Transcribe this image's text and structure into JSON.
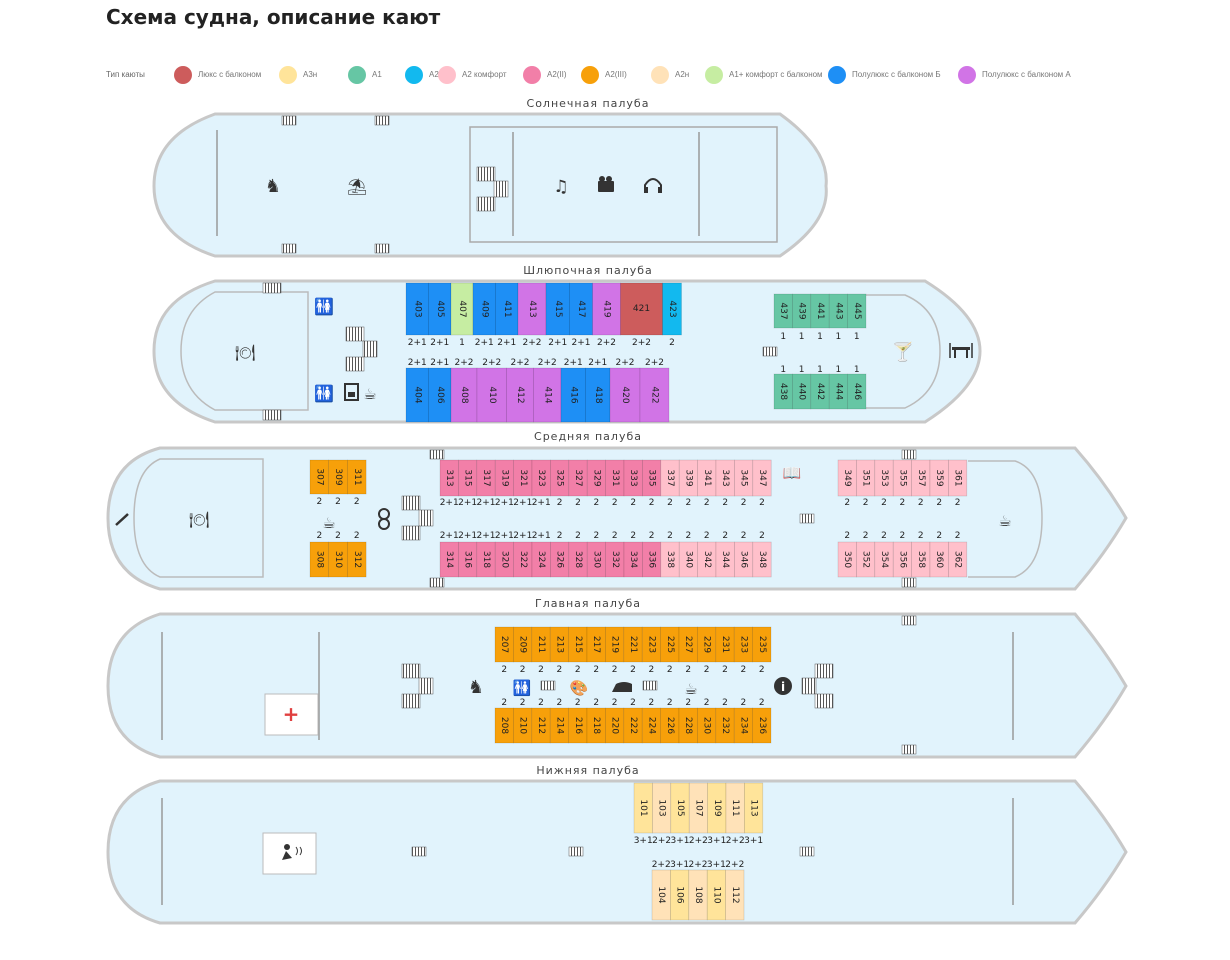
{
  "title": "Схема судна, описание кают",
  "legend": {
    "label": "Тип каюты",
    "items": [
      {
        "name": "Люкс с балконом",
        "color": "#cd5c5c"
      },
      {
        "name": "А3н",
        "color": "#ffe49a"
      },
      {
        "name": "А1",
        "color": "#66c6a4"
      },
      {
        "name": "А2(I)",
        "color": "#12b9ef"
      },
      {
        "name": "А2 комфорт",
        "color": "#ffc0cb"
      },
      {
        "name": "А2(II)",
        "color": "#f27fa8"
      },
      {
        "name": "А2(III)",
        "color": "#f7a00a"
      },
      {
        "name": "А2н",
        "color": "#ffe2b8"
      },
      {
        "name": "А1+ комфорт с балконом",
        "color": "#c6eda2"
      },
      {
        "name": "Полулюкс с балконом Б",
        "color": "#1e8ff5"
      },
      {
        "name": "Полулюкс с балконом А",
        "color": "#d174e6"
      }
    ]
  },
  "decks": {
    "sun": {
      "name": "Солнечная палуба"
    },
    "boat": {
      "name": "Шлюпочная палуба",
      "top": [
        {
          "n": "403",
          "t": "Полулюкс с балконом Б",
          "c": "2+1"
        },
        {
          "n": "405",
          "t": "Полулюкс с балконом Б",
          "c": "2+1"
        },
        {
          "n": "407",
          "t": "А1+ комфорт с балконом",
          "c": "1"
        },
        {
          "n": "409",
          "t": "Полулюкс с балконом Б",
          "c": "2+1"
        },
        {
          "n": "411",
          "t": "Полулюкс с балконом Б",
          "c": "2+1"
        },
        {
          "n": "413",
          "t": "Полулюкс с балконом А",
          "c": "2+2"
        },
        {
          "n": "415",
          "t": "Полулюкс с балконом Б",
          "c": "2+1"
        },
        {
          "n": "417",
          "t": "Полулюкс с балконом Б",
          "c": "2+1"
        },
        {
          "n": "419",
          "t": "Полулюкс с балконом А",
          "c": "2+2"
        },
        {
          "n": "421",
          "t": "Люкс с балконом",
          "c": "2+2"
        },
        {
          "n": "423",
          "t": "А2(I)",
          "c": "2"
        }
      ],
      "bottom": [
        {
          "n": "404",
          "t": "Полулюкс с балконом Б",
          "c": "2+1"
        },
        {
          "n": "406",
          "t": "Полулюкс с балконом Б",
          "c": "2+1"
        },
        {
          "n": "408",
          "t": "Полулюкс с балконом А",
          "c": "2+2"
        },
        {
          "n": "410",
          "t": "Полулюкс с балконом А",
          "c": "2+2"
        },
        {
          "n": "412",
          "t": "Полулюкс с балконом А",
          "c": "2+2"
        },
        {
          "n": "414",
          "t": "Полулюкс с балконом А",
          "c": "2+2"
        },
        {
          "n": "416",
          "t": "Полулюкс с балконом Б",
          "c": "2+1"
        },
        {
          "n": "418",
          "t": "Полулюкс с балконом Б",
          "c": "2+1"
        },
        {
          "n": "420",
          "t": "Полулюкс с балконом А",
          "c": "2+2"
        },
        {
          "n": "422",
          "t": "Полулюкс с балконом А",
          "c": "2+2"
        }
      ],
      "aft_top": [
        {
          "n": "437",
          "t": "А1",
          "c": "1"
        },
        {
          "n": "439",
          "t": "А1",
          "c": "1"
        },
        {
          "n": "441",
          "t": "А1",
          "c": "1"
        },
        {
          "n": "443",
          "t": "А1",
          "c": "1"
        },
        {
          "n": "445",
          "t": "А1",
          "c": "1"
        }
      ],
      "aft_bottom": [
        {
          "n": "438",
          "t": "А1",
          "c": "1"
        },
        {
          "n": "440",
          "t": "А1",
          "c": "1"
        },
        {
          "n": "442",
          "t": "А1",
          "c": "1"
        },
        {
          "n": "444",
          "t": "А1",
          "c": "1"
        },
        {
          "n": "446",
          "t": "А1",
          "c": "1"
        }
      ]
    },
    "middle": {
      "name": "Средняя палуба",
      "left_top": [
        {
          "n": "307",
          "t": "А2(III)",
          "c": "2"
        },
        {
          "n": "309",
          "t": "А2(III)",
          "c": "2"
        },
        {
          "n": "311",
          "t": "А2(III)",
          "c": "2"
        }
      ],
      "left_bottom": [
        {
          "n": "308",
          "t": "А2(III)",
          "c": "2"
        },
        {
          "n": "310",
          "t": "А2(III)",
          "c": "2"
        },
        {
          "n": "312",
          "t": "А2(III)",
          "c": "2"
        }
      ],
      "top": [
        {
          "n": "313",
          "t": "А2(II)",
          "c": "2+1"
        },
        {
          "n": "315",
          "t": "А2(II)",
          "c": "2+1"
        },
        {
          "n": "317",
          "t": "А2(II)",
          "c": "2+1"
        },
        {
          "n": "319",
          "t": "А2(II)",
          "c": "2+1"
        },
        {
          "n": "321",
          "t": "А2(II)",
          "c": "2+1"
        },
        {
          "n": "323",
          "t": "А2(II)",
          "c": "2+1"
        },
        {
          "n": "325",
          "t": "А2(II)",
          "c": "2"
        },
        {
          "n": "327",
          "t": "А2(II)",
          "c": "2"
        },
        {
          "n": "329",
          "t": "А2(II)",
          "c": "2"
        },
        {
          "n": "331",
          "t": "А2(II)",
          "c": "2"
        },
        {
          "n": "333",
          "t": "А2(II)",
          "c": "2"
        },
        {
          "n": "335",
          "t": "А2(II)",
          "c": "2"
        },
        {
          "n": "337",
          "t": "А2 комфорт",
          "c": "2"
        },
        {
          "n": "339",
          "t": "А2 комфорт",
          "c": "2"
        },
        {
          "n": "341",
          "t": "А2 комфорт",
          "c": "2"
        },
        {
          "n": "343",
          "t": "А2 комфорт",
          "c": "2"
        },
        {
          "n": "345",
          "t": "А2 комфорт",
          "c": "2"
        },
        {
          "n": "347",
          "t": "А2 комфорт",
          "c": "2"
        }
      ],
      "bottom": [
        {
          "n": "314",
          "t": "А2(II)",
          "c": "2+1"
        },
        {
          "n": "316",
          "t": "А2(II)",
          "c": "2+1"
        },
        {
          "n": "318",
          "t": "А2(II)",
          "c": "2+1"
        },
        {
          "n": "320",
          "t": "А2(II)",
          "c": "2+1"
        },
        {
          "n": "322",
          "t": "А2(II)",
          "c": "2+1"
        },
        {
          "n": "324",
          "t": "А2(II)",
          "c": "2+1"
        },
        {
          "n": "326",
          "t": "А2(II)",
          "c": "2"
        },
        {
          "n": "328",
          "t": "А2(II)",
          "c": "2"
        },
        {
          "n": "330",
          "t": "А2(II)",
          "c": "2"
        },
        {
          "n": "332",
          "t": "А2(II)",
          "c": "2"
        },
        {
          "n": "334",
          "t": "А2(II)",
          "c": "2"
        },
        {
          "n": "336",
          "t": "А2(II)",
          "c": "2"
        },
        {
          "n": "338",
          "t": "А2 комфорт",
          "c": "2"
        },
        {
          "n": "340",
          "t": "А2 комфорт",
          "c": "2"
        },
        {
          "n": "342",
          "t": "А2 комфорт",
          "c": "2"
        },
        {
          "n": "344",
          "t": "А2 комфорт",
          "c": "2"
        },
        {
          "n": "346",
          "t": "А2 комфорт",
          "c": "2"
        },
        {
          "n": "348",
          "t": "А2 комфорт",
          "c": "2"
        }
      ],
      "fwd_top": [
        {
          "n": "349",
          "t": "А2 комфорт",
          "c": "2"
        },
        {
          "n": "351",
          "t": "А2 комфорт",
          "c": "2"
        },
        {
          "n": "353",
          "t": "А2 комфорт",
          "c": "2"
        },
        {
          "n": "355",
          "t": "А2 комфорт",
          "c": "2"
        },
        {
          "n": "357",
          "t": "А2 комфорт",
          "c": "2"
        },
        {
          "n": "359",
          "t": "А2 комфорт",
          "c": "2"
        },
        {
          "n": "361",
          "t": "А2 комфорт",
          "c": "2"
        }
      ],
      "fwd_bottom": [
        {
          "n": "350",
          "t": "А2 комфорт",
          "c": "2"
        },
        {
          "n": "352",
          "t": "А2 комфорт",
          "c": "2"
        },
        {
          "n": "354",
          "t": "А2 комфорт",
          "c": "2"
        },
        {
          "n": "356",
          "t": "А2 комфорт",
          "c": "2"
        },
        {
          "n": "358",
          "t": "А2 комфорт",
          "c": "2"
        },
        {
          "n": "360",
          "t": "А2 комфорт",
          "c": "2"
        },
        {
          "n": "362",
          "t": "А2 комфорт",
          "c": "2"
        }
      ]
    },
    "main": {
      "name": "Главная палуба",
      "top": [
        {
          "n": "207",
          "t": "А2(III)",
          "c": "2"
        },
        {
          "n": "209",
          "t": "А2(III)",
          "c": "2"
        },
        {
          "n": "211",
          "t": "А2(III)",
          "c": "2"
        },
        {
          "n": "213",
          "t": "А2(III)",
          "c": "2"
        },
        {
          "n": "215",
          "t": "А2(III)",
          "c": "2"
        },
        {
          "n": "217",
          "t": "А2(III)",
          "c": "2"
        },
        {
          "n": "219",
          "t": "А2(III)",
          "c": "2"
        },
        {
          "n": "221",
          "t": "А2(III)",
          "c": "2"
        },
        {
          "n": "223",
          "t": "А2(III)",
          "c": "2"
        },
        {
          "n": "225",
          "t": "А2(III)",
          "c": "2"
        },
        {
          "n": "227",
          "t": "А2(III)",
          "c": "2"
        },
        {
          "n": "229",
          "t": "А2(III)",
          "c": "2"
        },
        {
          "n": "231",
          "t": "А2(III)",
          "c": "2"
        },
        {
          "n": "233",
          "t": "А2(III)",
          "c": "2"
        },
        {
          "n": "235",
          "t": "А2(III)",
          "c": "2"
        }
      ],
      "bottom": [
        {
          "n": "208",
          "t": "А2(III)",
          "c": "2"
        },
        {
          "n": "210",
          "t": "А2(III)",
          "c": "2"
        },
        {
          "n": "212",
          "t": "А2(III)",
          "c": "2"
        },
        {
          "n": "214",
          "t": "А2(III)",
          "c": "2"
        },
        {
          "n": "216",
          "t": "А2(III)",
          "c": "2"
        },
        {
          "n": "218",
          "t": "А2(III)",
          "c": "2"
        },
        {
          "n": "220",
          "t": "А2(III)",
          "c": "2"
        },
        {
          "n": "222",
          "t": "А2(III)",
          "c": "2"
        },
        {
          "n": "224",
          "t": "А2(III)",
          "c": "2"
        },
        {
          "n": "226",
          "t": "А2(III)",
          "c": "2"
        },
        {
          "n": "228",
          "t": "А2(III)",
          "c": "2"
        },
        {
          "n": "230",
          "t": "А2(III)",
          "c": "2"
        },
        {
          "n": "232",
          "t": "А2(III)",
          "c": "2"
        },
        {
          "n": "234",
          "t": "А2(III)",
          "c": "2"
        },
        {
          "n": "236",
          "t": "А2(III)",
          "c": "2"
        }
      ]
    },
    "lower": {
      "name": "Нижняя палуба",
      "top": [
        {
          "n": "101",
          "t": "А3н",
          "c": "3+1"
        },
        {
          "n": "103",
          "t": "А2н",
          "c": "2+2"
        },
        {
          "n": "105",
          "t": "А3н",
          "c": "3+1"
        },
        {
          "n": "107",
          "t": "А2н",
          "c": "2+2"
        },
        {
          "n": "109",
          "t": "А3н",
          "c": "3+1"
        },
        {
          "n": "111",
          "t": "А2н",
          "c": "2+2"
        },
        {
          "n": "113",
          "t": "А3н",
          "c": "3+1"
        }
      ],
      "bottom": [
        {
          "n": "104",
          "t": "А2н",
          "c": "2+2"
        },
        {
          "n": "106",
          "t": "А3н",
          "c": "3+1"
        },
        {
          "n": "108",
          "t": "А2н",
          "c": "2+2"
        },
        {
          "n": "110",
          "t": "А3н",
          "c": "3+1"
        },
        {
          "n": "112",
          "t": "А2н",
          "c": "2+2"
        }
      ]
    }
  },
  "icons": {
    "chess": "♞",
    "umbrella": "⛱",
    "music": "♫",
    "projector": "📽",
    "headphones": "🎧",
    "restaurant": "🍽",
    "toilets": "🚻",
    "cocktail": "🍸",
    "coffee": "☕",
    "horse": "♞",
    "palette": "🎨",
    "iron": "▬",
    "info": "i",
    "first_aid": "+",
    "book": "📖"
  }
}
